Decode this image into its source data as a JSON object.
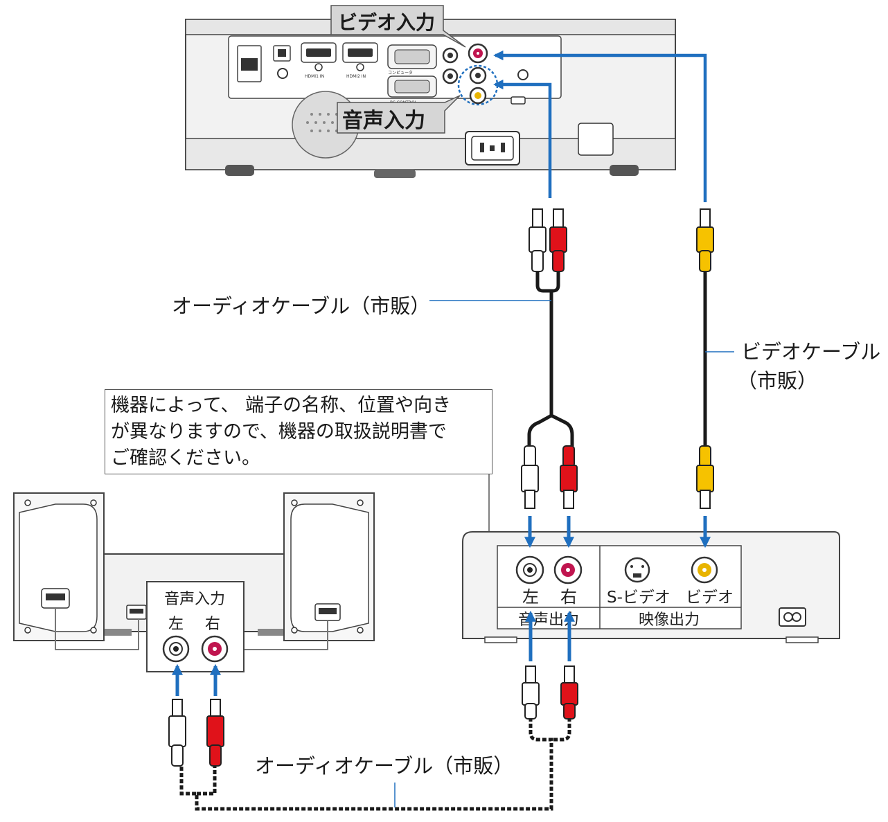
{
  "projector": {
    "video_input_label": "ビデオ入力",
    "audio_input_label": "音声入力",
    "port_labels": {
      "hdmi1": "HDMI1 IN",
      "hdmi2": "HDMI2 IN",
      "computer": "コンピュータ",
      "pc_control": "PC CONTROL"
    }
  },
  "cables": {
    "audio_cable_top": "オーディオケーブル（市販）",
    "video_cable_line1": "ビデオケーブル",
    "video_cable_line2": "（市販）",
    "audio_cable_bottom": "オーディオケーブル（市販）"
  },
  "note": {
    "line1": "機器によって、 端子の名称、位置や向き",
    "line2": "が異なりますので、機器の取扱説明書で",
    "line3": "ご確認ください。"
  },
  "speaker": {
    "panel_title": "音声入力",
    "left": "左",
    "right": "右"
  },
  "player": {
    "left": "左",
    "right": "右",
    "s_video": "S-ビデオ",
    "video": "ビデオ",
    "audio_out": "音声出力",
    "video_out": "映像出力"
  },
  "colors": {
    "arrow": "#1f6fbf",
    "plug_red": "#e0121a",
    "plug_white": "#ffffff",
    "plug_yellow": "#f6c200",
    "cable": "#1a1a1a",
    "callout_gray": "#d8d8d8",
    "jack_red_center": "#c0154f",
    "jack_yellow_center": "#e8b400"
  }
}
